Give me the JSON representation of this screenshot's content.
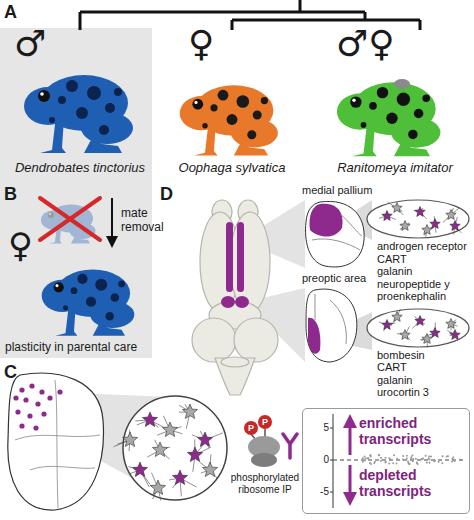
{
  "diagram": {
    "nodes": [
      {
        "text": [
          "enriched transcripts",
          "depleted transcripts"
        ]
      },
      {
        "text": [
          "P"
        ]
      },
      {
        "text": [
          "P"
        ]
      },
      {
        "text": [
          "androgen receptor",
          "CART",
          "galanin",
          "neuropeptide y",
          "proenkephalin"
        ]
      },
      {
        "text": [
          "bombesin",
          "CART",
          "galanin",
          "urocortin 3"
        ]
      }
    ],
    "labels": [
      "A",
      "♂",
      "♀",
      "♂♀",
      "Dendrobates tinctorius",
      "Oophaga sylvatica",
      "Ranitomeya imitator",
      "B",
      "mate removal",
      "♀",
      "plasticity in parental care",
      "C",
      "phosphorylated ribosome IP",
      "5",
      "0",
      "-5",
      "D",
      "medial pallium",
      "preoptic area"
    ]
  }
}
